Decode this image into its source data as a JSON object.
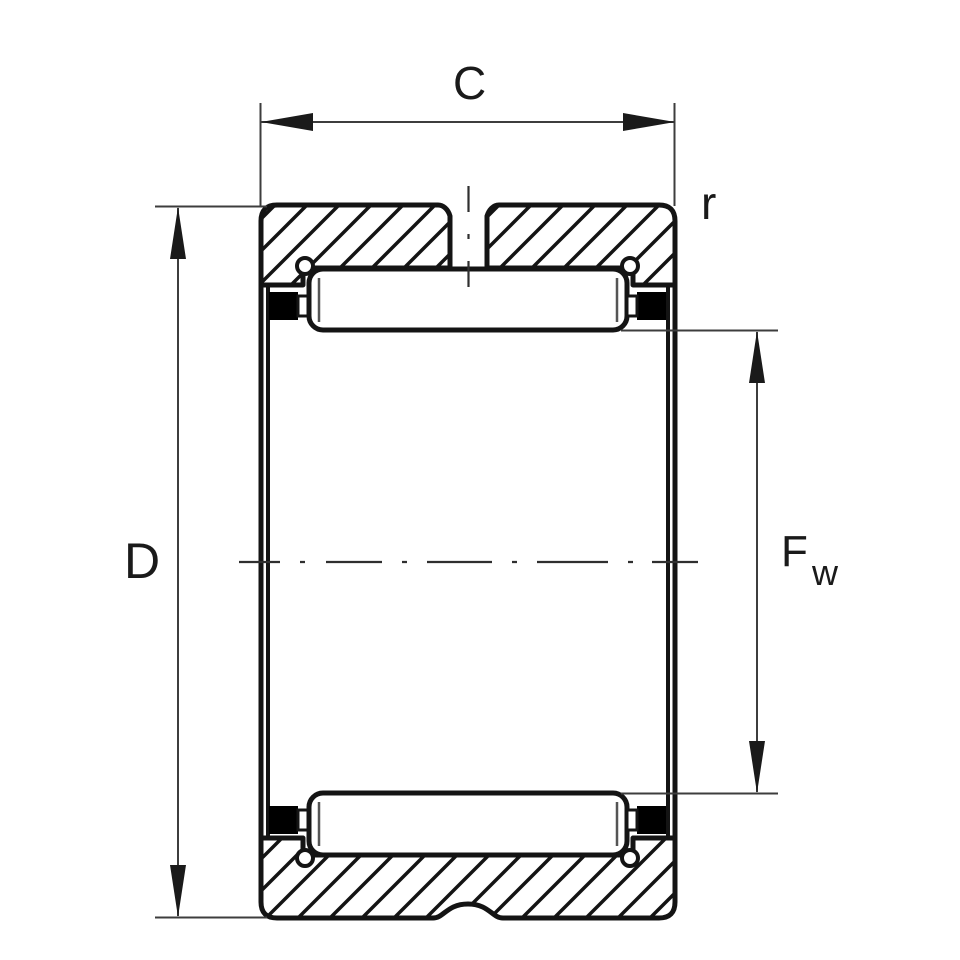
{
  "drawing": {
    "labels": {
      "width_c": "C",
      "corner_radius_r": "r",
      "outer_diameter_d": "D",
      "raceway_diameter_f": "F",
      "raceway_diameter_sub": "w"
    },
    "colors": {
      "line": "#141414",
      "dim_line": "#3d3d3d",
      "cage_fill": "#000000",
      "background": "#ffffff"
    }
  }
}
